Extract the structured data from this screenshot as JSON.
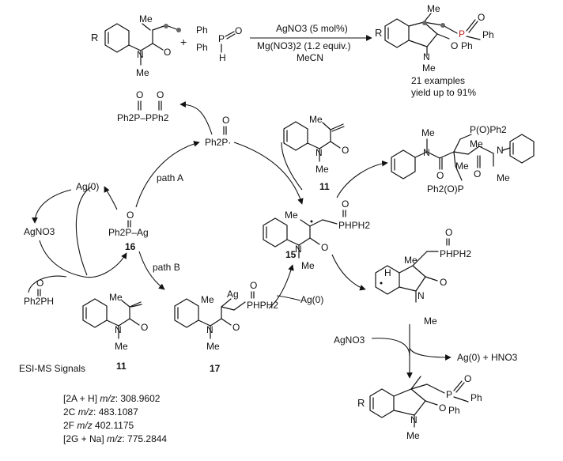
{
  "reaction": {
    "reagent_top": "Ph",
    "reagent_bottom": "Ph",
    "p_atom": "P",
    "o_atom": "O",
    "h_atom": "H",
    "plus": "+",
    "catalyst": "AgNO3 (5 mol%)",
    "oxidant": "Mg(NO3)2 (1.2 equiv.)",
    "solvent": "MeCN",
    "examples": "21 examples",
    "yield": "yield up to 91%"
  },
  "labels": {
    "me": "Me",
    "r_group": "R",
    "n_atom": "N",
    "ph": "Ph",
    "o": "O",
    "dimer": "Ph2P–PPh2",
    "radical": "Ph2P·",
    "ag0_left": "Ag(0)",
    "agno3_left": "AgNO3",
    "ph2pag": "Ph2P–Ag",
    "ph2ph": "Ph2PH",
    "path_a": "path A",
    "path_b": "path B",
    "pphph2": "PHPH2",
    "ag": "Ag",
    "ag0_mid": "Ag(0)",
    "agno3_bottom": "AgNO3",
    "ag0_hno3": "Ag(0) + HNO3",
    "h": "H",
    "p_o_ph2": "P(O)Ph2",
    "ph2_o_p": "Ph2(O)P",
    "compound_11_top": "11",
    "compound_11_bottom": "11",
    "compound_15": "15",
    "compound_16": "16",
    "compound_17": "17"
  },
  "esi_ms": {
    "title": "ESI-MS Signals",
    "lines": [
      {
        "label": "[2A + H]",
        "mz": "m/z",
        "value": ": 308.9602"
      },
      {
        "label": "2C",
        "mz": "m/z",
        "value": ": 483.1087"
      },
      {
        "label": "2F",
        "mz": "m/z",
        "value": " 402.1175"
      },
      {
        "label": "[2G + Na]",
        "mz": "m/z",
        "value": ": 775.2844"
      }
    ]
  }
}
